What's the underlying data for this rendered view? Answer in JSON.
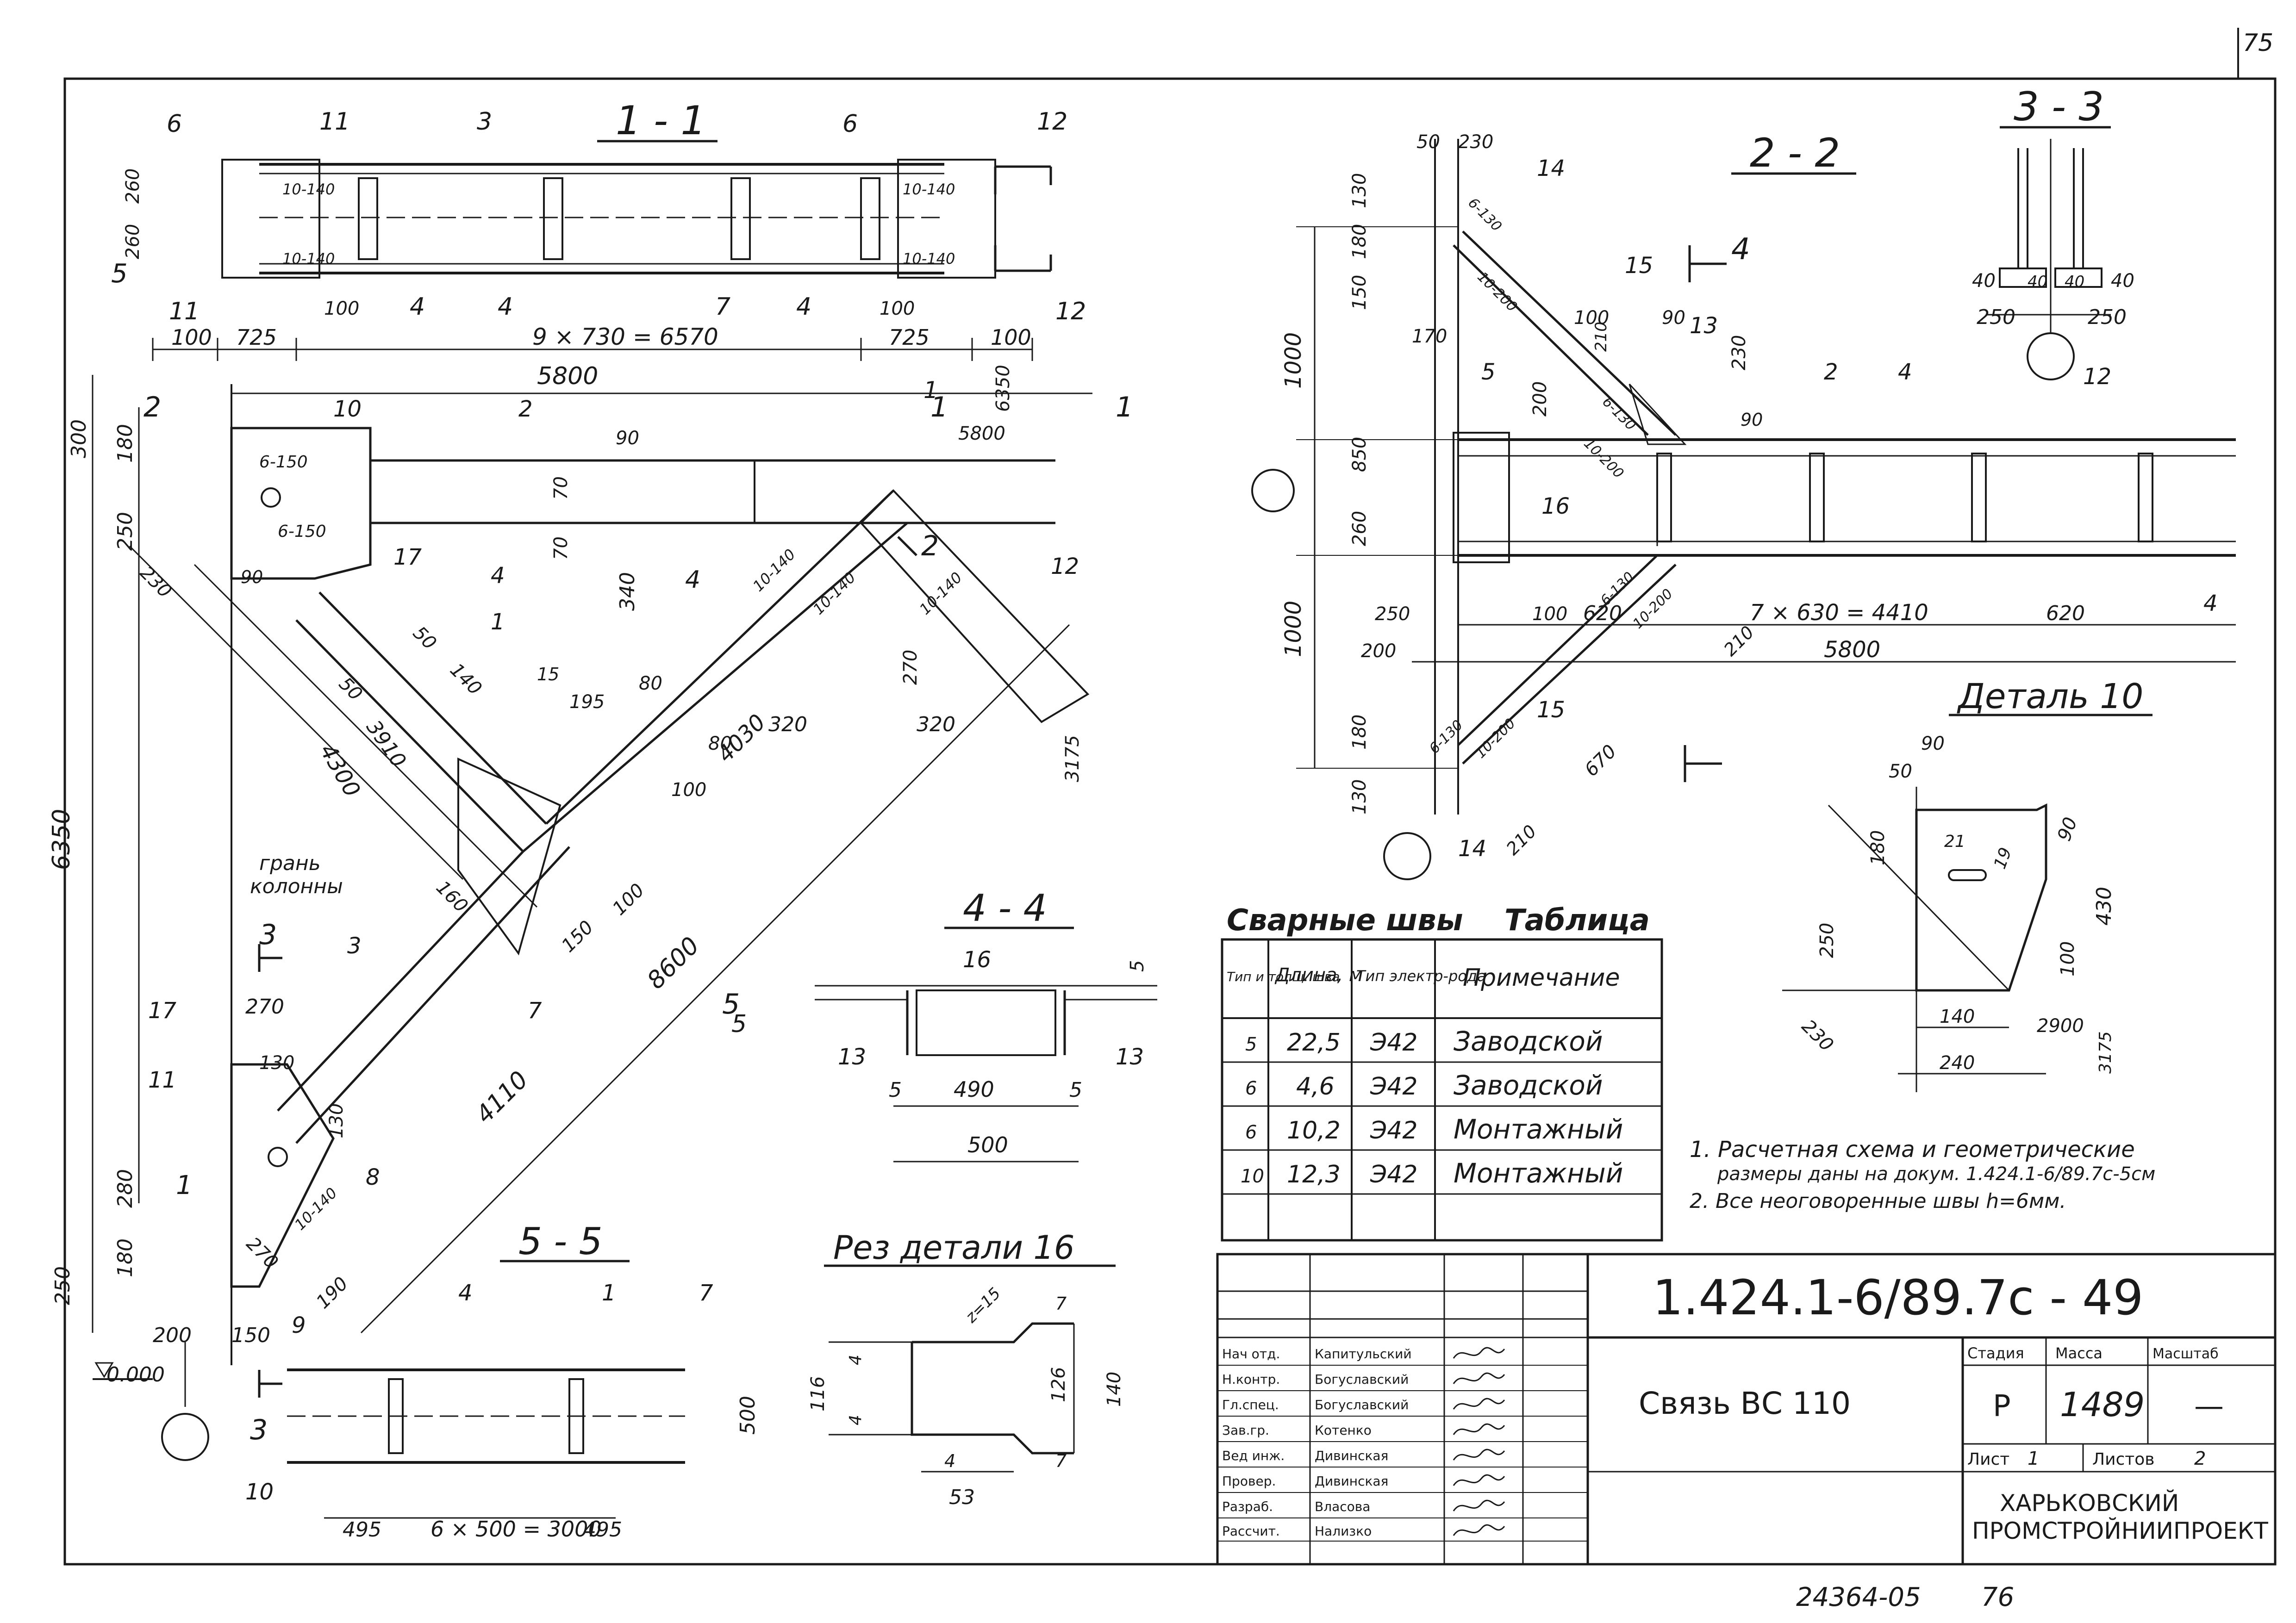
{
  "sheet": {
    "page_number": "75",
    "archive_number": "24364-05",
    "archive_page": "76"
  },
  "views": {
    "section_1_1": {
      "title": "1 - 1",
      "marks": [
        "6",
        "11",
        "3",
        "6",
        "12",
        "11",
        "4",
        "4",
        "4",
        "7",
        "12"
      ],
      "dims_bottom": [
        "100",
        "725",
        "9 × 730 = 6570",
        "725",
        "100"
      ],
      "dims_small": [
        "100",
        "100",
        "260",
        "260"
      ],
      "welds": [
        "10-140",
        "10-140",
        "10-140",
        "10-140"
      ],
      "view_mark": "5"
    },
    "main_elevation": {
      "overall": [
        "5800",
        "6350",
        "5800",
        "6350"
      ],
      "left_dims": [
        "300",
        "180",
        "250",
        "6350",
        "280",
        "180",
        "250"
      ],
      "part_marks": [
        "10",
        "2",
        "4",
        "17",
        "1",
        "4",
        "3",
        "7",
        "5",
        "12",
        "17",
        "11",
        "8",
        "9",
        "1"
      ],
      "diag_dims": [
        "4300",
        "3910",
        "4030",
        "8600",
        "4110",
        "230",
        "160",
        "150",
        "100",
        "190",
        "270",
        "130"
      ],
      "inner_dims": [
        "90",
        "70",
        "70",
        "340",
        "50",
        "50",
        "140",
        "15",
        "195",
        "80",
        "80",
        "100",
        "270",
        "320",
        "320",
        "3175",
        "90",
        "270",
        "130",
        "200",
        "150"
      ],
      "welds": [
        "6-150",
        "6-150",
        "10-140",
        "10-140",
        "10-140",
        "10-140"
      ],
      "note_face": [
        "грань",
        "колонны"
      ],
      "elevation": "0.000",
      "axis_mark": "1",
      "section_marks": [
        "2",
        "1",
        "1",
        "3",
        "3",
        "5",
        "2"
      ]
    },
    "section_2_2": {
      "title": "2 - 2",
      "top_dims": [
        "50",
        "230",
        "130",
        "180",
        "150",
        "170",
        "1000",
        "850",
        "260",
        "1000",
        "180",
        "130"
      ],
      "part_marks": [
        "14",
        "15",
        "13",
        "5",
        "2",
        "4",
        "12",
        "16",
        "15",
        "14",
        "4"
      ],
      "dims": [
        "100",
        "90",
        "210",
        "230",
        "200",
        "90",
        "100",
        "620",
        "7 × 630 = 4410",
        "620",
        "250",
        "200",
        "5800",
        "210",
        "670",
        "210"
      ],
      "welds": [
        "6-130",
        "10-200",
        "6-130",
        "10-200",
        "6-130",
        "10-200",
        "6-130",
        "10-200"
      ],
      "view_mark": "4"
    },
    "section_3_3": {
      "title": "3 - 3",
      "dims": [
        "40",
        "40",
        "40",
        "40",
        "250",
        "250"
      ]
    },
    "section_4_4": {
      "title": "4 - 4",
      "part_marks": [
        "16",
        "13",
        "13"
      ],
      "dims": [
        "5",
        "5",
        "490",
        "5",
        "500"
      ]
    },
    "section_5_5": {
      "title": "5 - 5",
      "part_marks": [
        "4",
        "1",
        "7",
        "10"
      ],
      "dims": [
        "495",
        "6 × 500 = 3000",
        "495",
        "500"
      ]
    },
    "cut_detail_16": {
      "title": "Рез детали 16",
      "dims": [
        "z=15",
        "7",
        "116",
        "4",
        "4",
        "126",
        "140",
        "7",
        "4",
        "53"
      ]
    },
    "detail_10": {
      "title": "Деталь 10",
      "dims": [
        "90",
        "50",
        "21",
        "19",
        "90",
        "180",
        "430",
        "250",
        "100",
        "230",
        "140",
        "240",
        "2900",
        "3175"
      ]
    }
  },
  "weld_table": {
    "title": "Сварные швы",
    "title_right": "Таблица",
    "headers": [
      "Тип и толщ. шва",
      "Длина, м",
      "Тип электр-рода",
      "Примечание"
    ],
    "rows": [
      {
        "type": "5",
        "length": "22,5",
        "electrode": "Э42",
        "note": "Заводской"
      },
      {
        "type": "6",
        "length": "4,6",
        "electrode": "Э42",
        "note": "Заводской"
      },
      {
        "type": "6",
        "length": "10,2",
        "electrode": "Э42",
        "note": "Монтажный"
      },
      {
        "type": "10",
        "length": "12,3",
        "electrode": "Э42",
        "note": "Монтажный"
      }
    ]
  },
  "notes": [
    "1. Расчетная схема и геометрические",
    "размеры даны на докум. 1.424.1-6/89.7с-5см",
    "2. Все неоговоренные швы h=6мм."
  ],
  "title_block": {
    "doc_code": "1.424.1-6/89.7с - 49",
    "name": "Связь ВС 110",
    "stage_label": "Стадия",
    "mass_label": "Масса",
    "scale_label": "Масштаб",
    "stage": "Р",
    "mass": "1489",
    "scale": "—",
    "sheet_label": "Лист",
    "sheet": "1",
    "sheets_label": "Листов",
    "sheets": "2",
    "org_line1": "ХАРЬКОВСКИЙ",
    "org_line2": "ПРОМСТРОЙНИИПРОЕКТ",
    "staff": [
      {
        "role": "Нач отд.",
        "name": "Капитульский"
      },
      {
        "role": "Н.контр.",
        "name": "Богуславский"
      },
      {
        "role": "Гл.спец.",
        "name": "Богуславский"
      },
      {
        "role": "Зав.гр.",
        "name": "Котенко"
      },
      {
        "role": "Вед инж.",
        "name": "Дивинская"
      },
      {
        "role": "Провер.",
        "name": "Дивинская"
      },
      {
        "role": "Разраб.",
        "name": "Власова"
      },
      {
        "role": "Рассчит.",
        "name": "Нализко"
      }
    ]
  }
}
